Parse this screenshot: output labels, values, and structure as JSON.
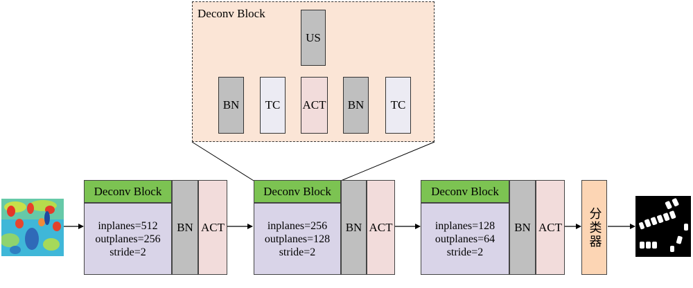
{
  "detail": {
    "title": "Deconv Block",
    "upsample_label": "US",
    "ops": [
      "BN",
      "TC",
      "ACT",
      "BN",
      "TC"
    ]
  },
  "blocks": [
    {
      "title": "Deconv Block",
      "params": [
        "inplanes=512",
        "outplanes=256",
        "stride=2"
      ],
      "bn_label": "BN",
      "act_label": "ACT"
    },
    {
      "title": "Deconv Block",
      "params": [
        "inplanes=256",
        "outplanes=128",
        "stride=2"
      ],
      "bn_label": "BN",
      "act_label": "ACT"
    },
    {
      "title": "Deconv Block",
      "params": [
        "inplanes=128",
        "outplanes=64",
        "stride=2"
      ],
      "bn_label": "BN",
      "act_label": "ACT"
    }
  ],
  "classifier_label": "分类器",
  "colors": {
    "detail_bg": "#fbe5d6",
    "block_title": "#7cc352",
    "block_body": "#d9d4e8",
    "bn": "#bfbfbf",
    "act": "#f2dcdb",
    "tc": "#ecebf3",
    "classifier": "#fcd5b4"
  },
  "images": {
    "input": "heatmap-input-image",
    "output": "binary-segmentation-mask"
  }
}
